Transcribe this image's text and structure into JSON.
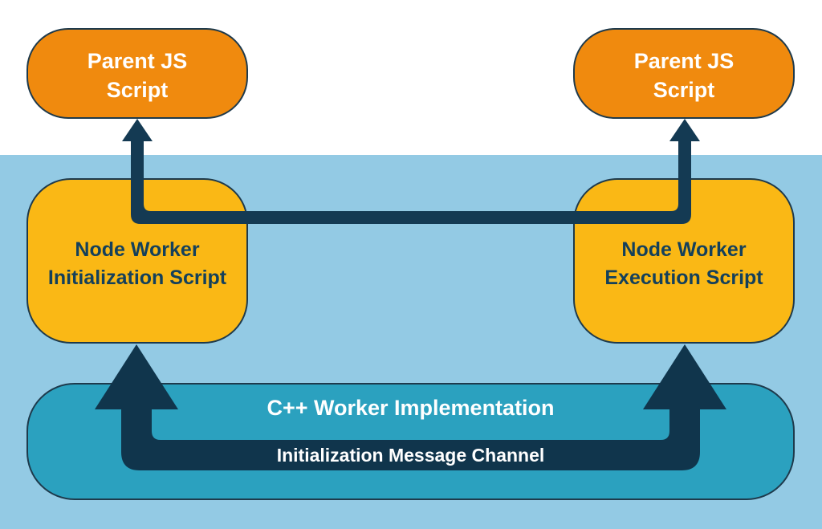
{
  "colors": {
    "background": "#FFFFFF",
    "band": "#93CAE4",
    "orange": "#F08A0E",
    "yellow": "#FAB815",
    "teal": "#2BA1BF",
    "navy": "#143A53",
    "channel_bar": "#10354C",
    "border": "#1E3A4C",
    "text_light": "#FFFFFF",
    "text_dark": "#14405B"
  },
  "nodes": {
    "parent_left": {
      "line1": "Parent JS",
      "line2": "Script"
    },
    "parent_right": {
      "line1": "Parent JS",
      "line2": "Script"
    },
    "worker_init": {
      "line1": "Node Worker",
      "line2": "Initialization Script"
    },
    "worker_exec": {
      "line1": "Node Worker",
      "line2": "Execution Script"
    },
    "cpp_impl": {
      "label": "C++ Worker Implementation"
    },
    "channel": {
      "label": "Initialization Message Channel"
    }
  }
}
